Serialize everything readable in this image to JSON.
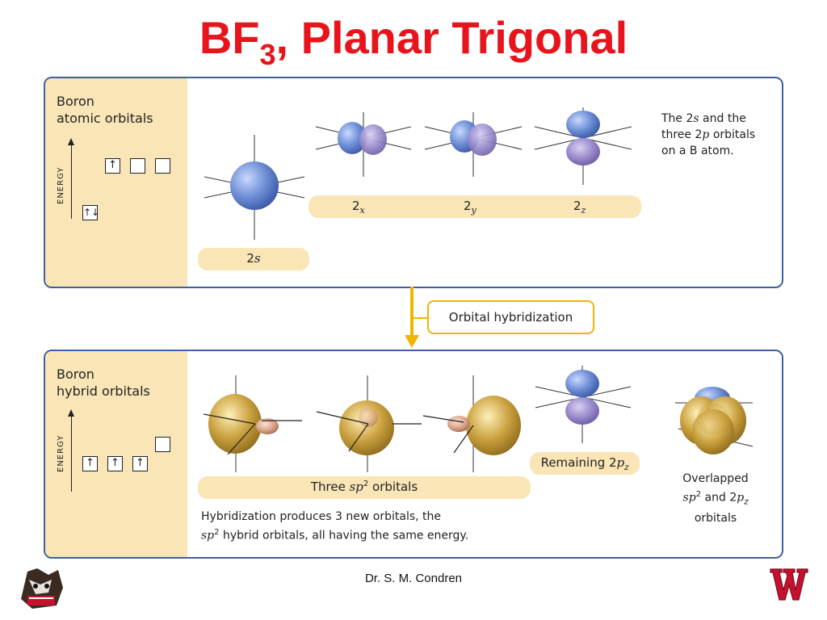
{
  "title": {
    "main": "BF",
    "sub": "3",
    "rest": ", Planar Trigonal"
  },
  "top_panel": {
    "heading_line1": "Boron",
    "heading_line2": "atomic orbitals",
    "energy_label": "ENERGY",
    "box_up": "↑",
    "box_pair": "↑↓",
    "orb_2s_label": "2",
    "orb_2s_italic": "s",
    "px_base": "2",
    "px_sub": "x",
    "py_base": "2",
    "py_sub": "y",
    "pz_base": "2",
    "pz_sub": "z",
    "desc_1": "The 2",
    "desc_1_italic": "s",
    "desc_1_end": " and the",
    "desc_2": "three 2",
    "desc_2_italic": "p",
    "desc_2_end": " orbitals",
    "desc_3": "on a B atom."
  },
  "hybridization": {
    "label": "Orbital hybridization"
  },
  "bottom_panel": {
    "heading_line1": "Boron",
    "heading_line2": "hybrid orbitals",
    "energy_label": "ENERGY",
    "box_up": "↑",
    "sp2_pre": "Three ",
    "sp2_italic": "sp",
    "sp2_sup": "2",
    "sp2_post": " orbitals",
    "remaining_pre": "Remaining 2",
    "remaining_italic": "p",
    "remaining_sub": "z",
    "hyb_line1": "Hybridization produces 3 new orbitals, the",
    "hyb_line2_italic": "sp",
    "hyb_line2_sup": "2",
    "hyb_line2_rest": " hybrid orbitals, all having the same energy.",
    "overlap_line1": "Overlapped",
    "overlap_l2_italic": "sp",
    "overlap_l2_sup": "2",
    "overlap_l2_mid": " and 2",
    "overlap_l2_italic2": "p",
    "overlap_l2_sub": "z",
    "overlap_line3": "orbitals"
  },
  "footer": {
    "author": "Dr. S. M. Condren"
  },
  "colors": {
    "title_red": "#e8141c",
    "panel_border": "#3f5fa0",
    "panel_fill": "#fae5b7",
    "arrow_gold": "#f1b400",
    "orbital_blue": "#6f8fd6",
    "orbital_purple": "#9b8ccc",
    "hybrid_gold": "#caa13f",
    "hybrid_small": "#d9a287"
  },
  "icons": {
    "left_logo": "badger-mascot-icon",
    "right_logo": "wisconsin-w-logo-icon"
  }
}
